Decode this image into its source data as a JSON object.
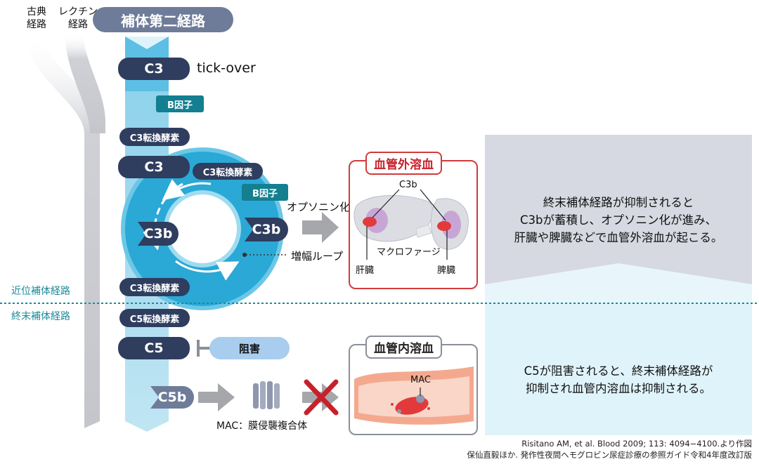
{
  "top_labels": {
    "classical": [
      "古典",
      "経路"
    ],
    "lectin": [
      "レクチン",
      "経路"
    ]
  },
  "alt_pathway_title": "補体第二経路",
  "nodes": {
    "c3_top": "C3",
    "tick_over": "tick-over",
    "factor_b_1": "B因子",
    "c3_convertase_1": "C3転換酵素",
    "c3_mid": "C3",
    "c3_convertase_loop": "C3転換酵素",
    "factor_b_2": "B因子",
    "c3b_left": "C3b",
    "c3b_right": "C3b",
    "opsonization": "オプソニン化",
    "amplification_loop": "増幅ループ",
    "c3_convertase_2": "C3転換酵素",
    "c5_convertase": "C5転換酵素",
    "c5": "C5",
    "inhibition": "阻害",
    "c5b": "C5b",
    "mac_label": "MAC：膜侵襲複合体"
  },
  "divider": {
    "proximal": "近位補体経路",
    "terminal": "終末補体経路"
  },
  "extravascular": {
    "title": "血管外溶血",
    "c3b": "C3b",
    "macrophage": "マクロファージ",
    "liver": "肝臓",
    "spleen": "脾臓"
  },
  "intravascular": {
    "title": "血管内溶血",
    "mac": "MAC"
  },
  "right_panel": {
    "top_lines": [
      "終末補体経路が抑制されると",
      "C3bが蓄積し、オプソニン化が進み、",
      "肝臓や脾臓などで血管外溶血が起こる。"
    ],
    "bottom_lines": [
      "C5が阻害されると、終末補体経路が",
      "抑制され血管内溶血は抑制される。"
    ]
  },
  "citation": [
    "Risitano AM, et al. Blood 2009; 113: 4094−4100.より作図",
    "保仙直毅ほか. 発作性夜間ヘモグロビン尿症診療の参照ガイド令和4年度改訂版"
  ],
  "colors": {
    "navy": "#2f3d5e",
    "teal": "#1a8a9a",
    "light_blue": "#6cc7e6",
    "pale_blue": "#dff3fa",
    "gray_band": "#d6d9e1",
    "red": "#d23b3b",
    "pill_blue": "#a8cdee"
  }
}
